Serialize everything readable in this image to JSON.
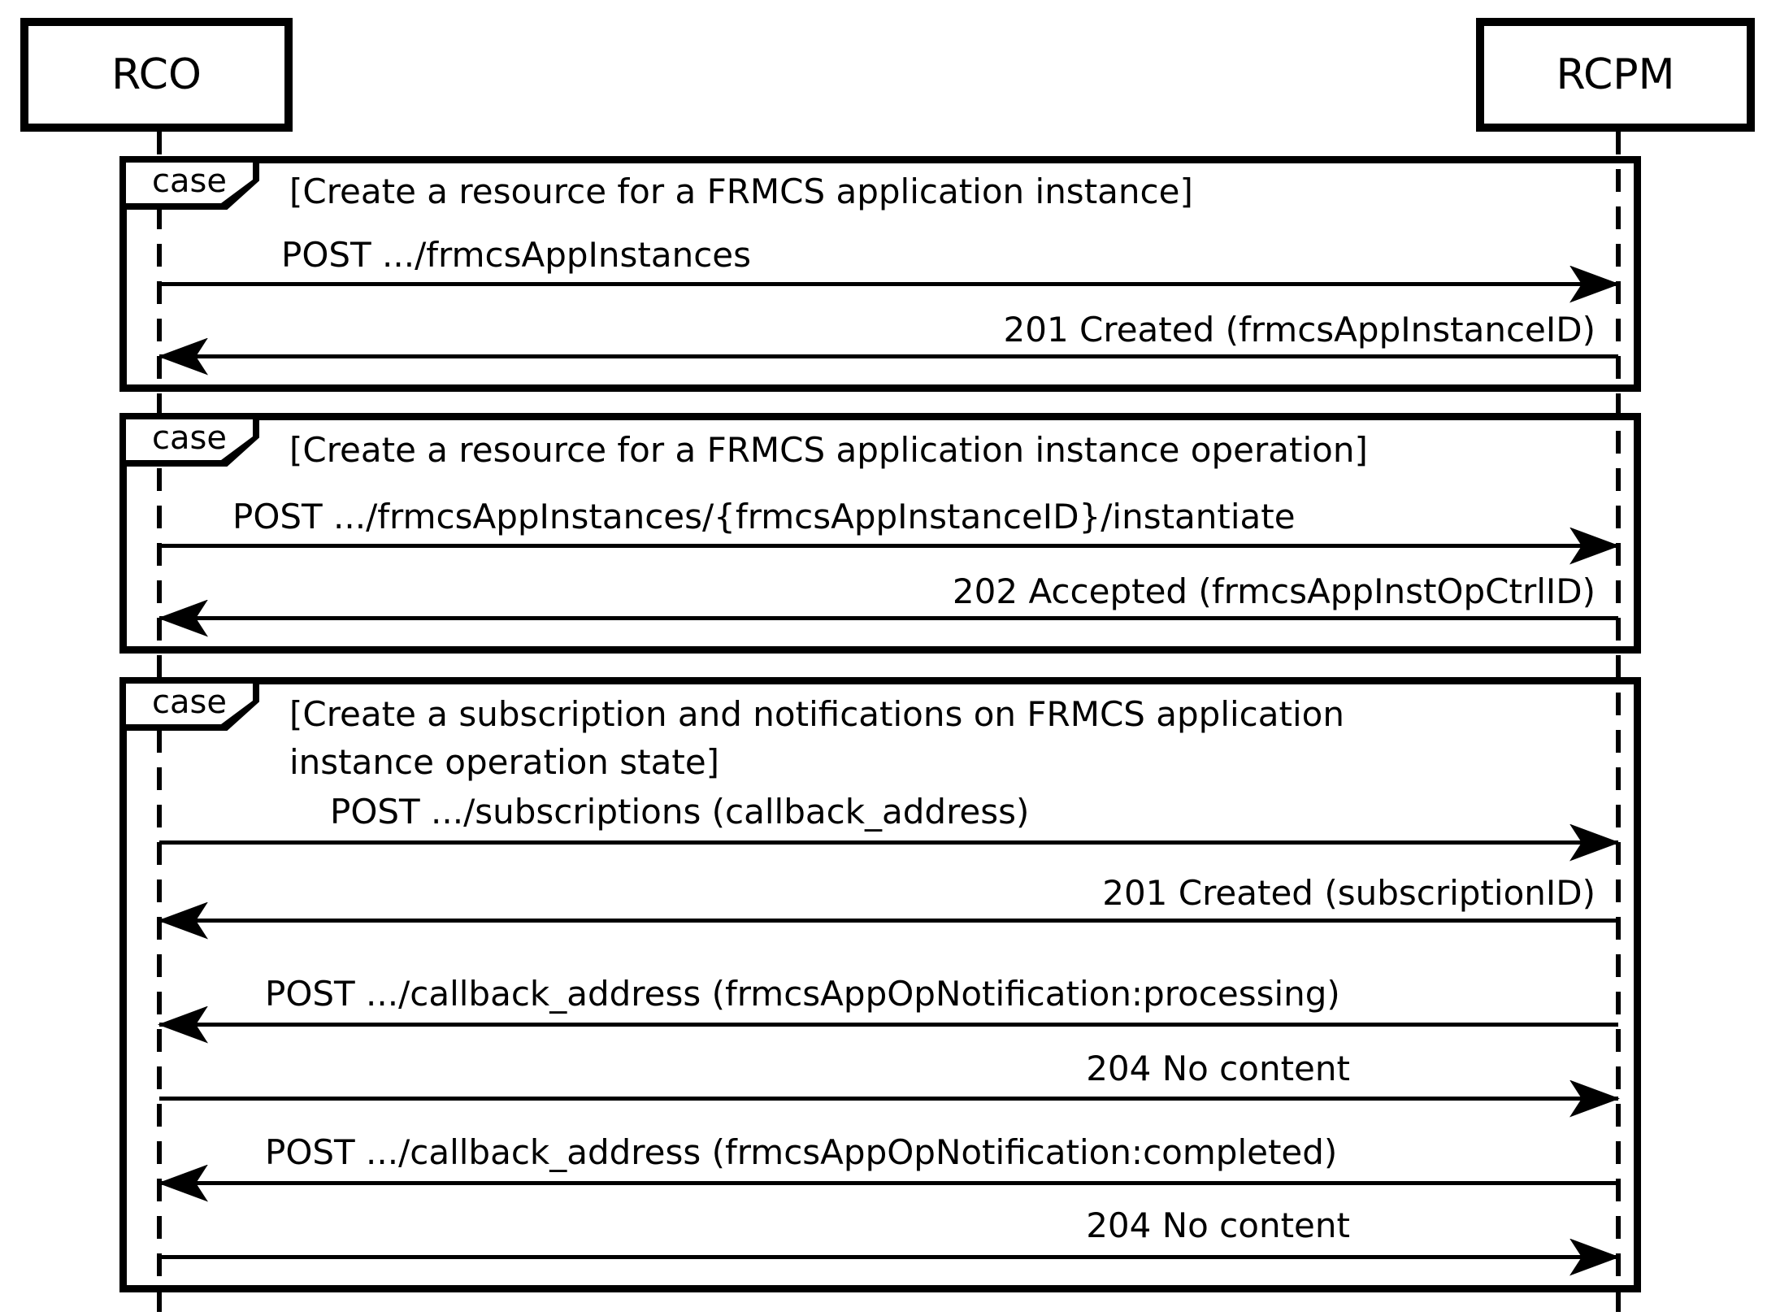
{
  "diagram": {
    "type": "uml-sequence",
    "colors": {
      "line": "#000000",
      "background": "#ffffff"
    },
    "actors": [
      {
        "name": "RCO"
      },
      {
        "name": "RCPM"
      }
    ],
    "frames": [
      {
        "operator": "case",
        "guard": "[Create a resource for a FRMCS application instance]",
        "messages": [
          {
            "text": "POST .../frmcsAppInstances",
            "from": "RCO",
            "to": "RCPM",
            "direction": "right"
          },
          {
            "text": "201 Created (frmcsAppInstanceID)",
            "from": "RCPM",
            "to": "RCO",
            "direction": "left"
          }
        ]
      },
      {
        "operator": "case",
        "guard": "[Create a resource for a FRMCS application instance operation]",
        "messages": [
          {
            "text": "POST .../frmcsAppInstances/{frmcsAppInstanceID}/instantiate",
            "from": "RCO",
            "to": "RCPM",
            "direction": "right"
          },
          {
            "text": "202 Accepted (frmcsAppInstOpCtrlID)",
            "from": "RCPM",
            "to": "RCO",
            "direction": "left"
          }
        ]
      },
      {
        "operator": "case",
        "guard": "[Create a subscription and notifications on FRMCS application\ninstance operation state]",
        "messages": [
          {
            "text": "POST .../subscriptions (callback_address)",
            "from": "RCO",
            "to": "RCPM",
            "direction": "right"
          },
          {
            "text": "201 Created (subscriptionID)",
            "from": "RCPM",
            "to": "RCO",
            "direction": "left"
          },
          {
            "text": "POST .../callback_address (frmcsAppOpNotification:processing)",
            "from": "RCPM",
            "to": "RCO",
            "direction": "left"
          },
          {
            "text": "204 No content",
            "from": "RCO",
            "to": "RCPM",
            "direction": "right"
          },
          {
            "text": "POST .../callback_address (frmcsAppOpNotification:completed)",
            "from": "RCPM",
            "to": "RCO",
            "direction": "left"
          },
          {
            "text": "204 No content",
            "from": "RCO",
            "to": "RCPM",
            "direction": "right"
          }
        ]
      }
    ]
  }
}
